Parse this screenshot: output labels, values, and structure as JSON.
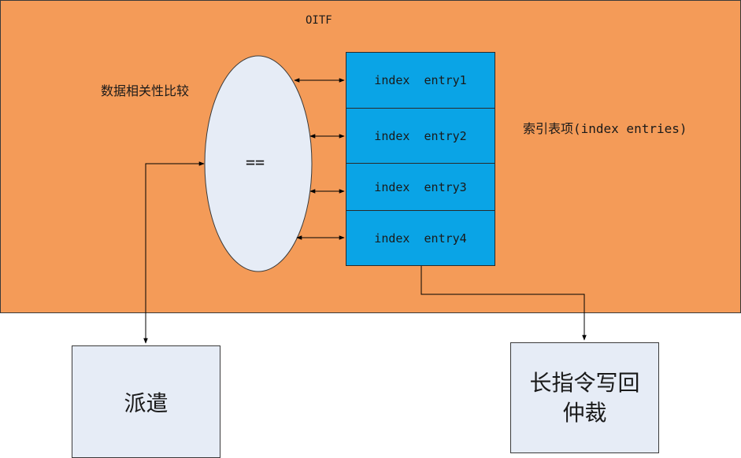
{
  "diagram": {
    "container_label": "OITF",
    "comparison_label": "数据相关性比较",
    "comparator_symbol": "==",
    "table_caption": "索引表项(index entries)",
    "entries": [
      {
        "label": "index  entry1"
      },
      {
        "label": "index  entry2"
      },
      {
        "label": "index  entry3"
      },
      {
        "label": "index  entry4"
      }
    ],
    "dispatch_label": "派遣",
    "arbiter_label": {
      "line1": "长指令写回",
      "line2": "仲裁"
    }
  },
  "colors": {
    "panel": "#F49B58",
    "table": "#0AA4E6",
    "ellipse": "#E6ECF6",
    "box": "#E6ECF6"
  }
}
